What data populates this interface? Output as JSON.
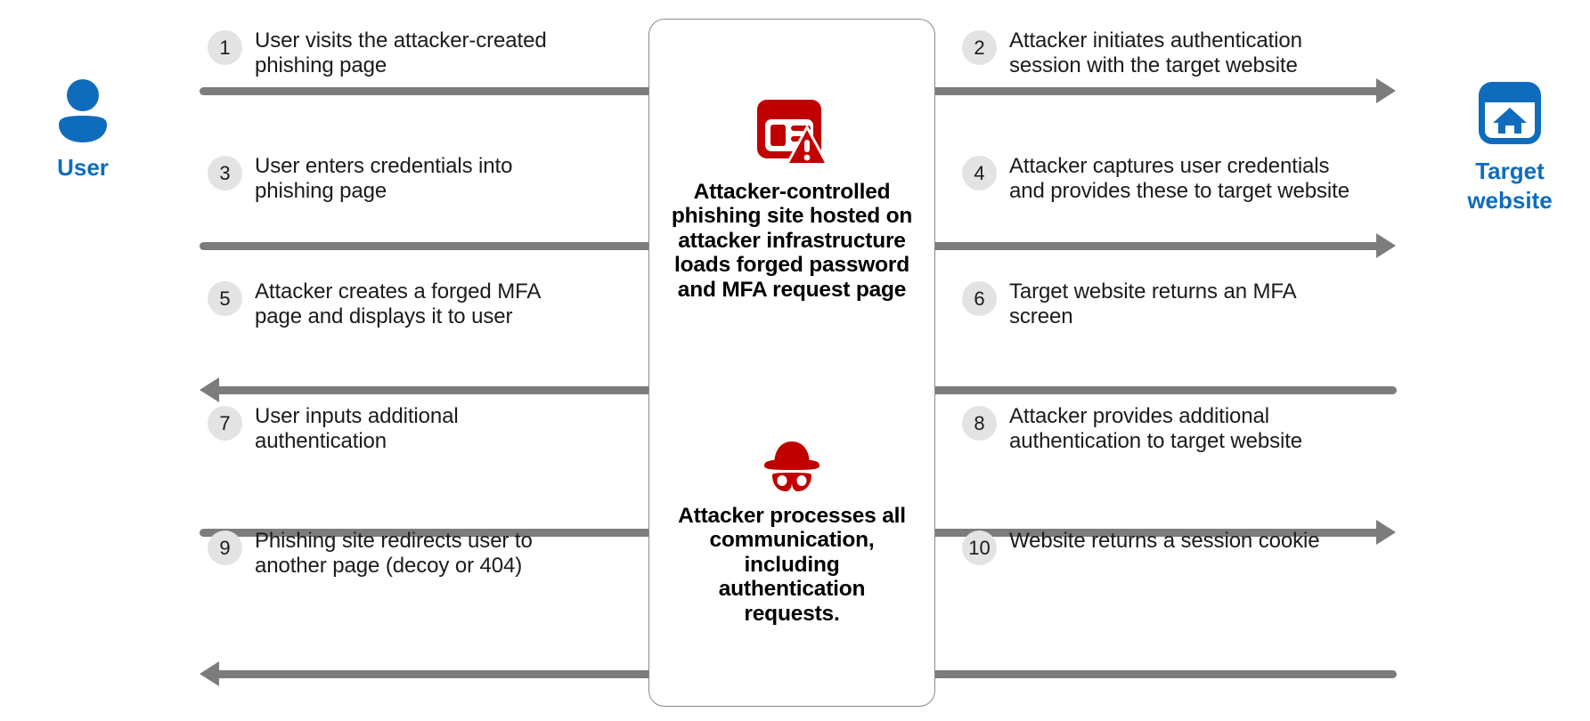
{
  "diagram": {
    "title_present": false,
    "colors": {
      "actor_blue": "#0f6cbd",
      "attacker_red": "#c00000",
      "arrow_gray": "#7c7c7c",
      "badge_gray": "#e3e3e3",
      "panel_border": "#8a8a8a",
      "background": "#ffffff"
    }
  },
  "actors": {
    "user": {
      "label": "User",
      "icon": "person-icon"
    },
    "target": {
      "label": "Target\nwebsite",
      "label_line1": "Target",
      "label_line2": "website",
      "icon": "browser-home-icon"
    }
  },
  "center": {
    "blocks": [
      {
        "icon": "phishing-page-warning-icon",
        "text": "Attacker-controlled phishing site hosted on attacker infrastructure loads forged password and MFA request page"
      },
      {
        "icon": "hacker-hat-mask-icon",
        "text": "Attacker processes all communication, including authentication requests."
      }
    ]
  },
  "steps_left": [
    {
      "number": "1",
      "text": "User visits the attacker-created phishing page",
      "direction": "right"
    },
    {
      "number": "3",
      "text": "User enters credentials into phishing page",
      "direction": "right"
    },
    {
      "number": "5",
      "text": "Attacker creates a forged MFA page and displays it to user",
      "direction": "left"
    },
    {
      "number": "7",
      "text": "User inputs additional authentication",
      "direction": "right"
    },
    {
      "number": "9",
      "text": "Phishing site redirects user to another page (decoy or 404)",
      "direction": "left"
    }
  ],
  "steps_right": [
    {
      "number": "2",
      "text": "Attacker initiates authentication session with the target website",
      "direction": "right"
    },
    {
      "number": "4",
      "text": "Attacker captures user credentials and provides these to target website",
      "direction": "right"
    },
    {
      "number": "6",
      "text": "Target website returns an MFA screen",
      "direction": "left"
    },
    {
      "number": "8",
      "text": "Attacker provides additional authentication to target website",
      "direction": "right"
    },
    {
      "number": "10",
      "text": "Website returns a session cookie",
      "direction": "left"
    }
  ]
}
